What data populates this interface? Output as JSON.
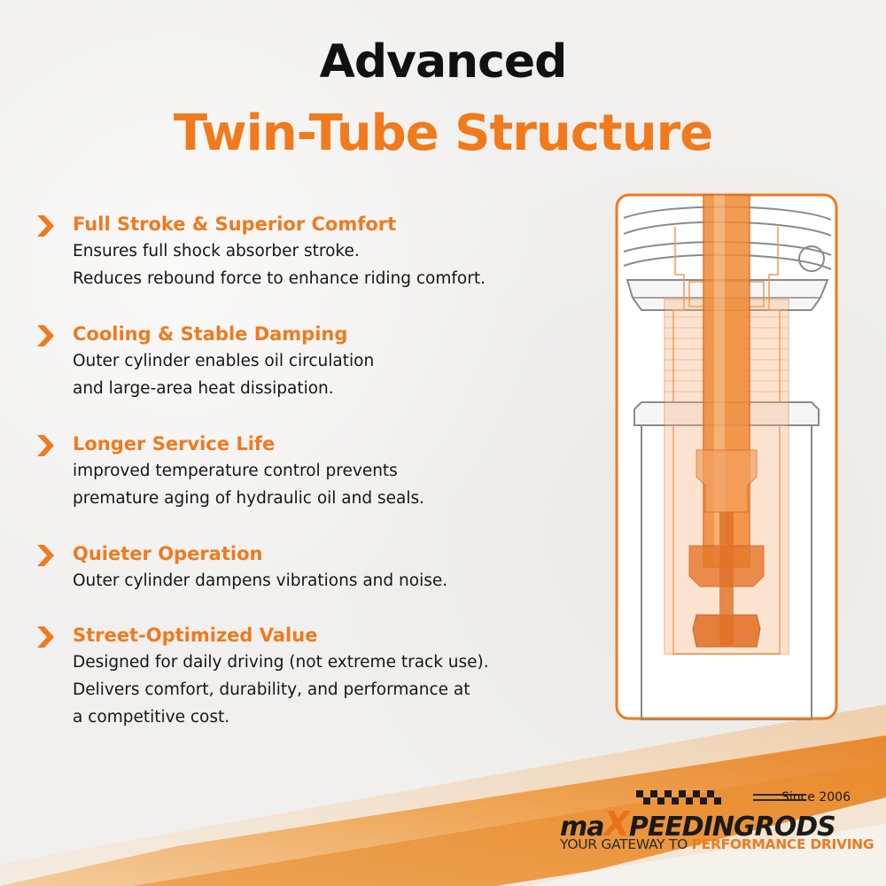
{
  "title": {
    "line1": "Advanced",
    "line2": "Twin-Tube Structure"
  },
  "features": [
    {
      "title": "Full Stroke & Superior Comfort",
      "lines": [
        "Ensures full shock absorber stroke.",
        "Reduces rebound force to enhance riding comfort."
      ]
    },
    {
      "title": "Cooling & Stable Damping",
      "lines": [
        "Outer cylinder enables oil circulation",
        "and large-area heat dissipation."
      ]
    },
    {
      "title": "Longer Service Life",
      "lines": [
        "improved temperature control prevents",
        "premature aging of hydraulic oil and seals."
      ]
    },
    {
      "title": "Quieter Operation",
      "lines": [
        "Outer cylinder dampens vibrations and noise."
      ]
    },
    {
      "title": "Street-Optimized Value",
      "lines": [
        "Designed for daily driving (not extreme track use).",
        "Delivers comfort, durability, and performance at",
        "a competitive cost."
      ]
    }
  ],
  "brand": {
    "since": "Since 2006",
    "logo_part1": "ma",
    "logo_x": "X",
    "logo_part2": "PEEDINGRODS",
    "tagline_normal": "YOUR GATEWAY TO ",
    "tagline_bold": "PERFORMANCE DRIVING"
  },
  "colors": {
    "accent": "#ef7a1f",
    "text": "#161616",
    "background": "#f1f0ee"
  },
  "icons": {
    "bullet": "chevron-right-icon",
    "diagram": "shock-absorber-cutaway"
  }
}
